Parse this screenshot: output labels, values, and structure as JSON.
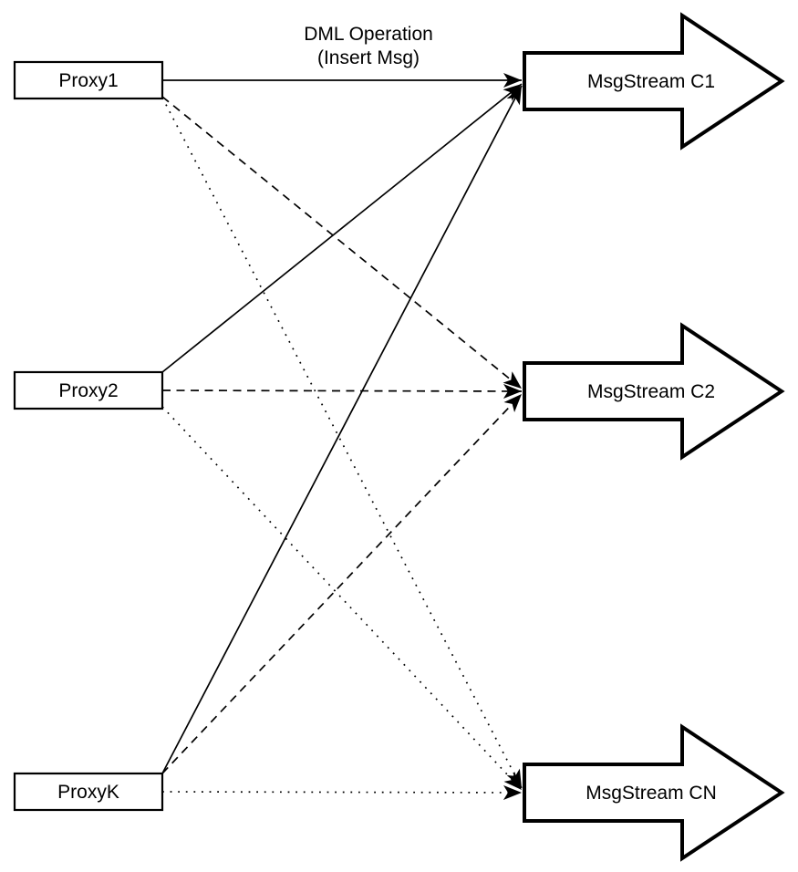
{
  "diagram": {
    "title": {
      "line1": "DML Operation",
      "line2": "(Insert Msg)"
    },
    "proxies": [
      {
        "label": "Proxy1"
      },
      {
        "label": "Proxy2"
      },
      {
        "label": "ProxyK"
      }
    ],
    "streams": [
      {
        "label": "MsgStream C1"
      },
      {
        "label": "MsgStream C2"
      },
      {
        "label": "MsgStream CN"
      }
    ],
    "edges": [
      {
        "from": "Proxy1",
        "to": "MsgStream C1",
        "style": "solid"
      },
      {
        "from": "Proxy2",
        "to": "MsgStream C1",
        "style": "solid"
      },
      {
        "from": "ProxyK",
        "to": "MsgStream C1",
        "style": "solid"
      },
      {
        "from": "Proxy1",
        "to": "MsgStream C2",
        "style": "dashed"
      },
      {
        "from": "Proxy2",
        "to": "MsgStream C2",
        "style": "dashed"
      },
      {
        "from": "ProxyK",
        "to": "MsgStream C2",
        "style": "dashed"
      },
      {
        "from": "Proxy1",
        "to": "MsgStream CN",
        "style": "dotted"
      },
      {
        "from": "Proxy2",
        "to": "MsgStream CN",
        "style": "dotted"
      },
      {
        "from": "ProxyK",
        "to": "MsgStream CN",
        "style": "dotted"
      }
    ],
    "colors": {
      "ink": "#000000",
      "background": "#ffffff",
      "shape_fill": "#ffffff"
    }
  }
}
